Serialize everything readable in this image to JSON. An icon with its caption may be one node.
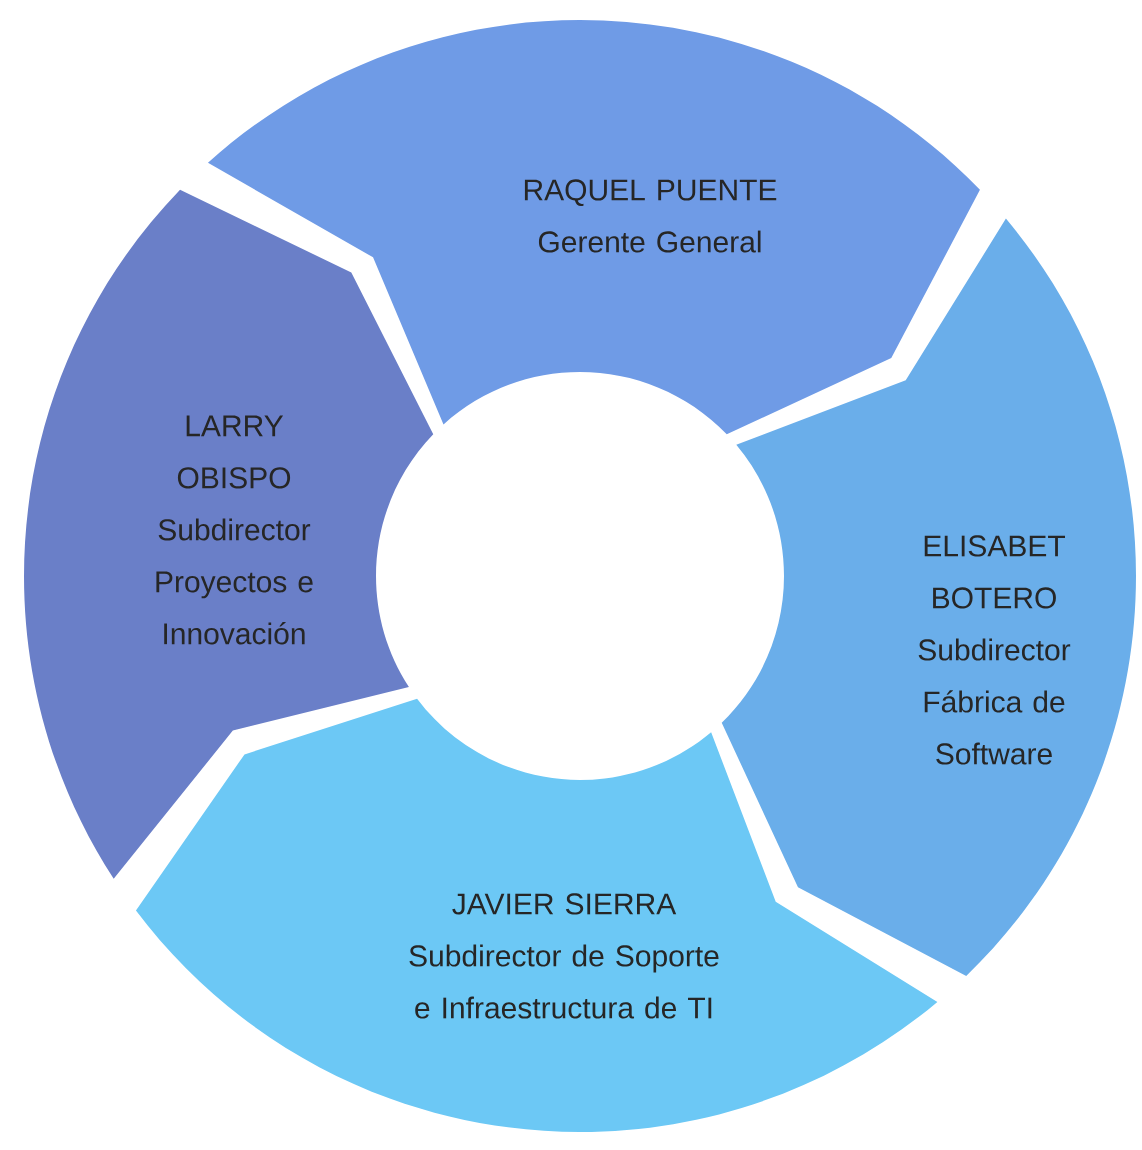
{
  "diagram": {
    "nodes": [
      {
        "text": [
          "RAQUEL PUENTE",
          "Gerente General"
        ]
      },
      {
        "text": [
          "LARRY OBISPO",
          "Subdirector Proyectos e Innovación"
        ]
      },
      {
        "text": [
          "ELISABET BOTERO",
          "Subdirector Fábrica de Software"
        ]
      },
      {
        "text": [
          "JAVIER SIERRA",
          "Subdirector de Soporte e Infraestructura de TI"
        ]
      }
    ]
  }
}
